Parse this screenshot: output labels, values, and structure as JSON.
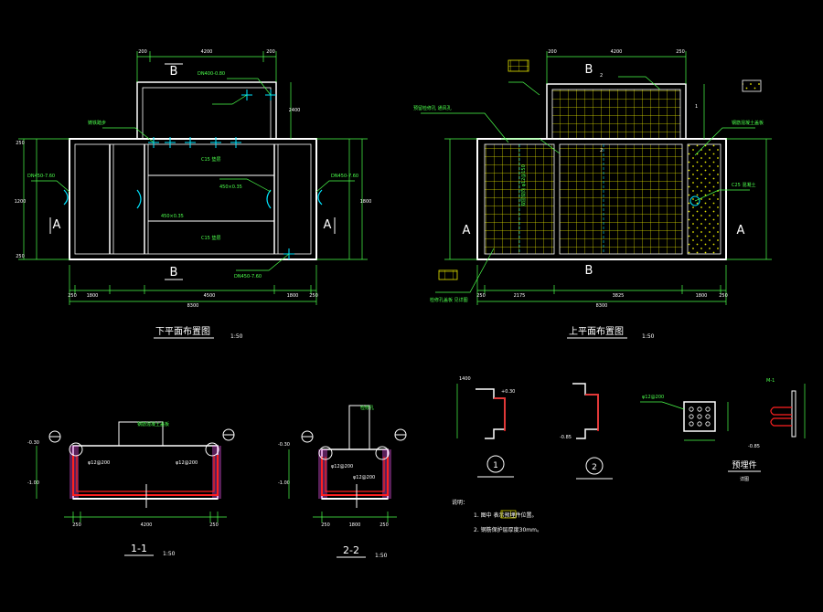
{
  "colors": {
    "background": "#000000",
    "wall": "#ffffff",
    "dimension": "#4cff4c",
    "grid": "#e6e600",
    "rebar": "#ff2020",
    "cyan": "#00e5ff",
    "magenta": "#ff5cff"
  },
  "plan_lower": {
    "title": "下平面布置图",
    "scale": "1:50",
    "section_markers": [
      "B",
      "B",
      "A",
      "A"
    ],
    "top_dims": [
      "200",
      "4200",
      "200"
    ],
    "bottom_dims": [
      "250",
      "1800",
      "4500",
      "1800",
      "250"
    ],
    "bottom_total": "8300",
    "left_dims": [
      "250",
      "1200",
      "250"
    ],
    "right_dims": [
      "1800",
      "2400"
    ],
    "labels": [
      {
        "id": "pipe-top",
        "text": "DN400-0.80"
      },
      {
        "id": "pipe-left",
        "text": "DN450-7.60"
      },
      {
        "id": "pipe-right",
        "text": "DN450-7.60"
      },
      {
        "id": "pipe-bottom",
        "text": "DN450-7.60"
      },
      {
        "id": "opening-left",
        "text": "450×0.35"
      },
      {
        "id": "opening-right",
        "text": "450×0.35"
      },
      {
        "id": "c15-top",
        "text": "C15 垫层"
      },
      {
        "id": "c15-bottom",
        "text": "C15 垫层"
      },
      {
        "id": "steps",
        "text": "铸铁踏步"
      }
    ]
  },
  "plan_upper": {
    "title": "上平面布置图",
    "scale": "1:50",
    "section_markers": [
      "B",
      "B",
      "A",
      "A"
    ],
    "sub_marks": [
      "2",
      "2",
      "1"
    ],
    "top_dims": [
      "200",
      "4200",
      "250"
    ],
    "bottom_dims": [
      "250",
      "2175",
      "3825",
      "1800",
      "250"
    ],
    "bottom_total": "8300",
    "labels": [
      {
        "id": "note-left",
        "text": "预留检修孔 通风孔"
      },
      {
        "id": "note-right",
        "text": "钢筋混凝土盖板"
      },
      {
        "id": "note-bottom",
        "text": "检修孔盖板 见详图"
      },
      {
        "id": "cover-center",
        "text": "双层双向 φ12@150"
      },
      {
        "id": "cover-right",
        "text": "C25 混凝土"
      }
    ]
  },
  "sections": [
    {
      "id": "section-1-1",
      "title": "1-1",
      "scale": "1:50",
      "level_top": "-0.30",
      "level_bottom": "-1.00",
      "bar_labels": [
        "φ12@200",
        "φ12@200"
      ],
      "top_note": "钢筋混凝土盖板",
      "dims": [
        "250",
        "4200",
        "250"
      ]
    },
    {
      "id": "section-2-2",
      "title": "2-2",
      "scale": "1:50",
      "level_top": "-0.30",
      "level_bottom": "-1.00",
      "bar_labels": [
        "φ12@200",
        "φ12@200"
      ],
      "top_note": "检修孔",
      "dims": [
        "250",
        "1800",
        "250"
      ]
    }
  ],
  "details": {
    "title": "预埋件",
    "subtitle": "详图",
    "detail_1_label": "1",
    "detail_2_label": "2",
    "labels": [
      "1400",
      "+0.30",
      "-0.85",
      "φ12@200",
      "-0.85",
      "M-1"
    ]
  },
  "notes": {
    "heading": "说明：",
    "items": [
      "1. 图中 表示预埋件位置。",
      "2. 钢筋保护层厚度30mm。"
    ]
  }
}
